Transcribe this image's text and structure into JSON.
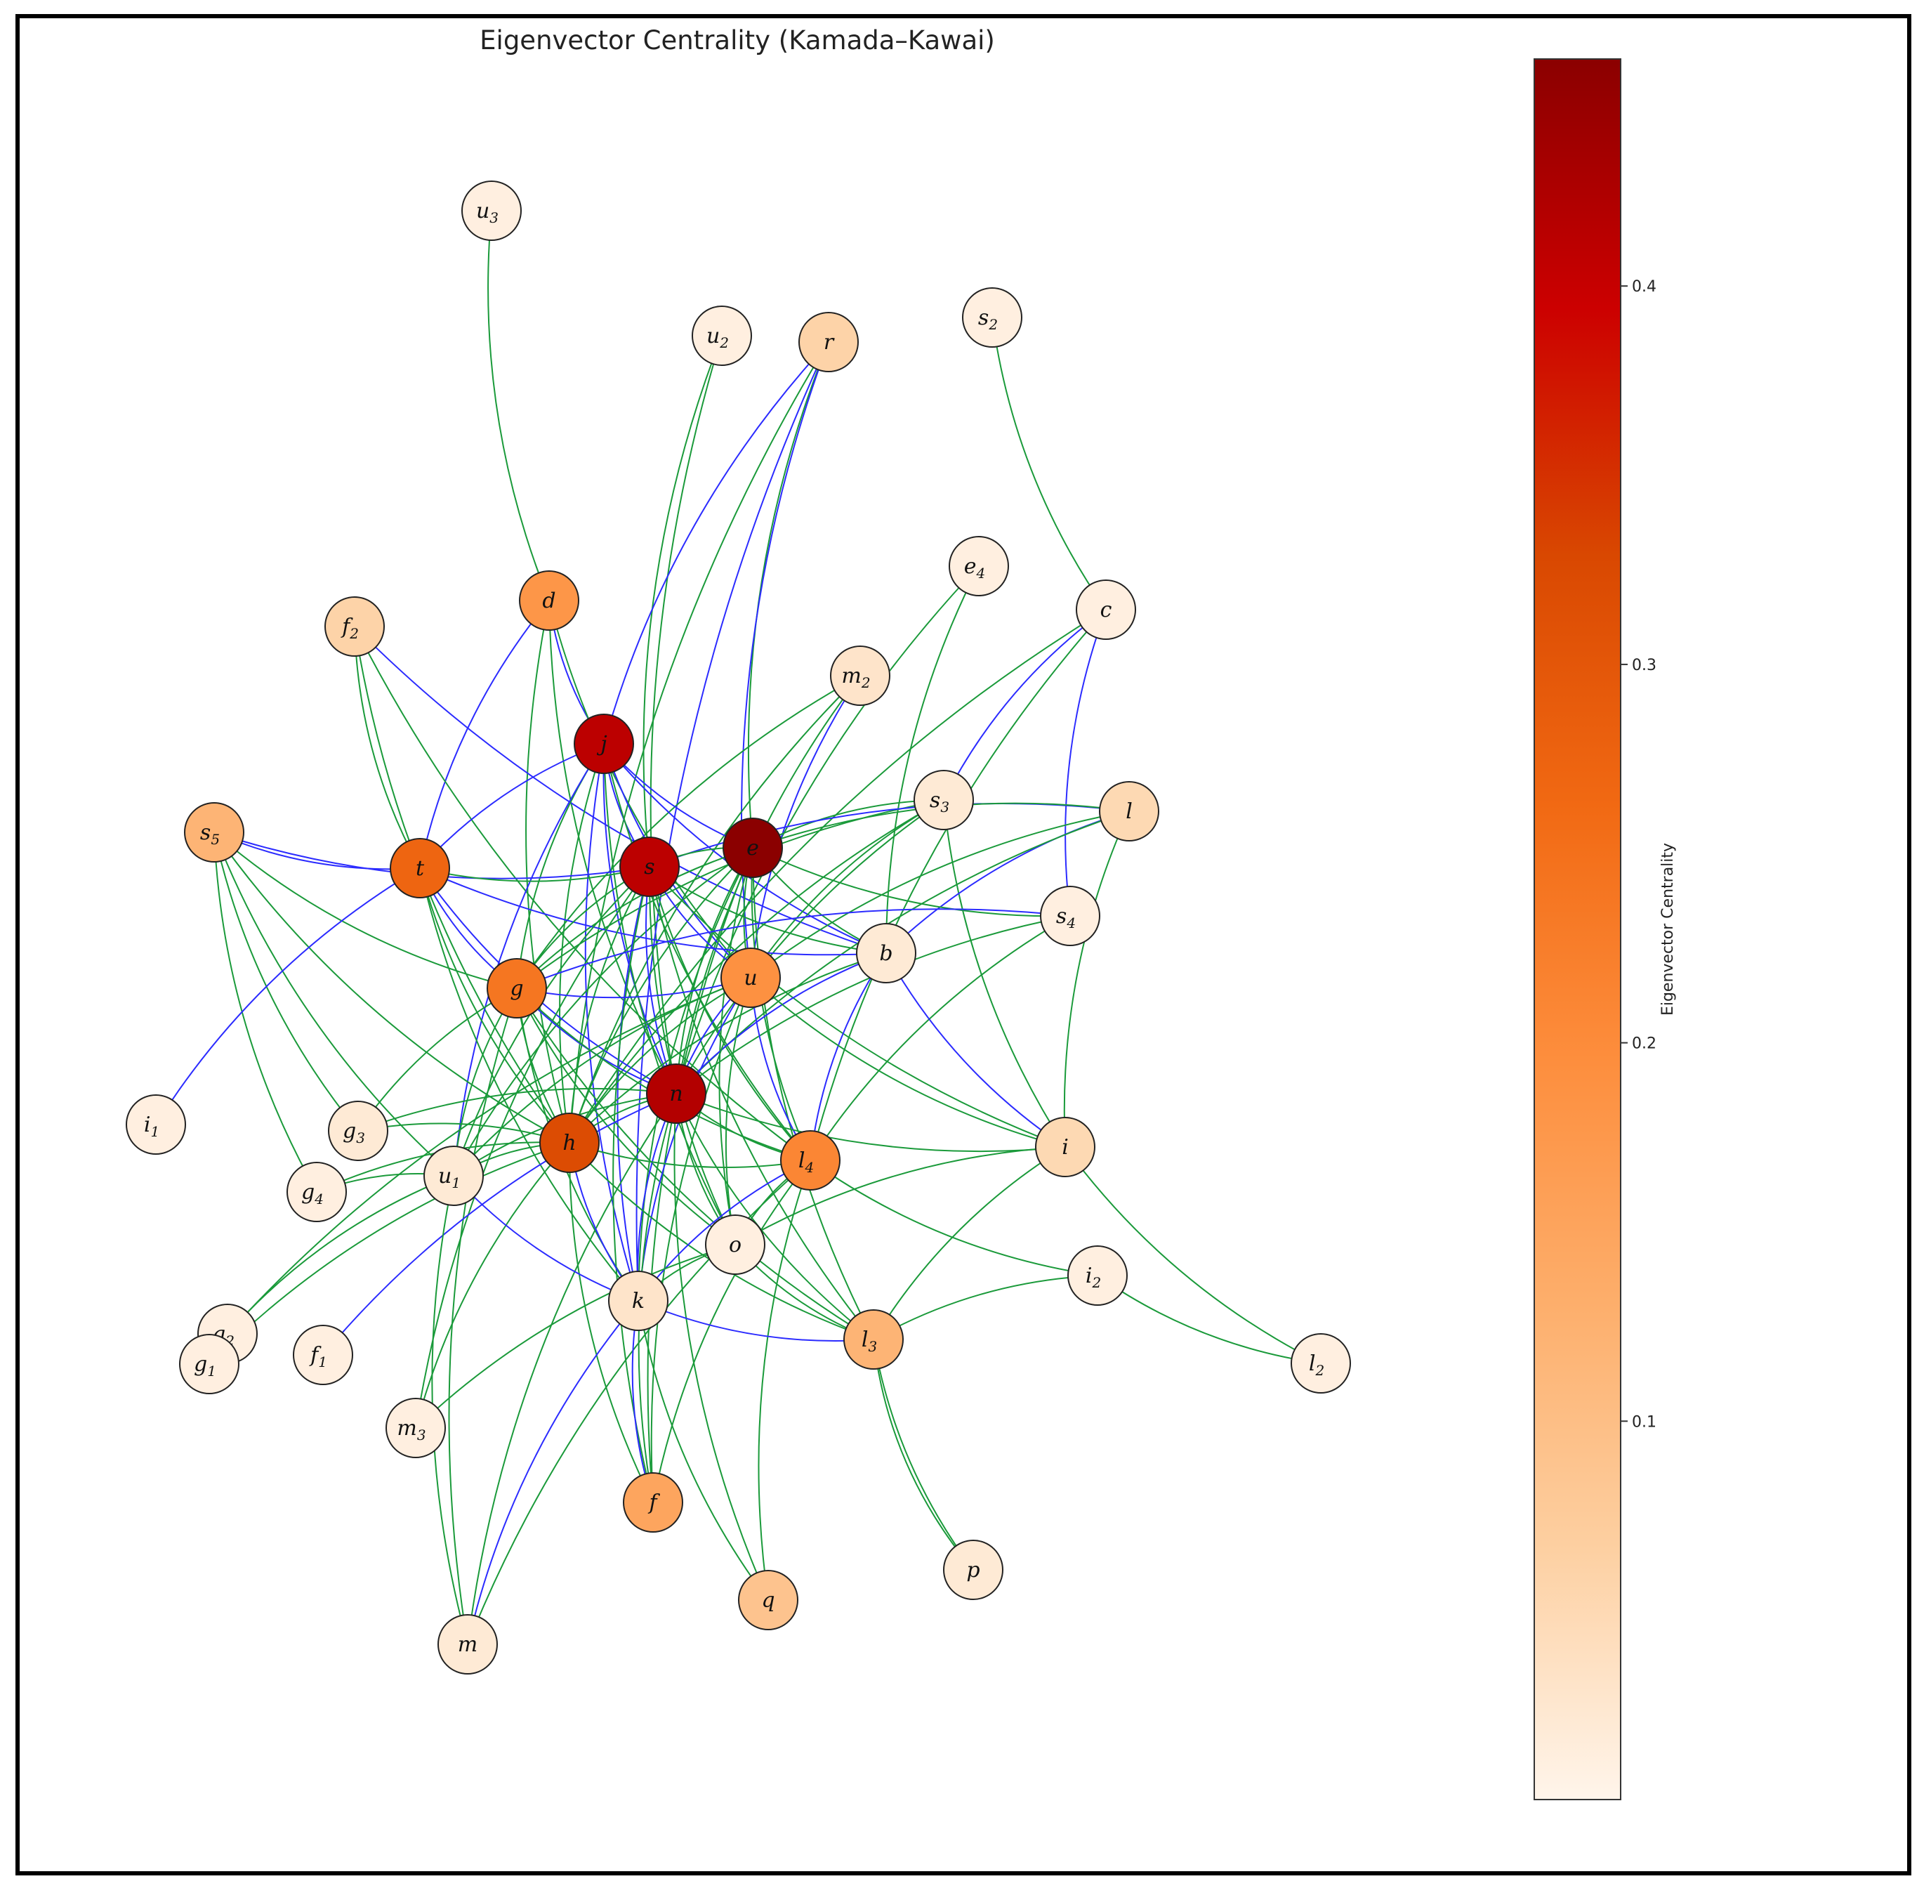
{
  "figure": {
    "title": "Eigenvector Centrality (Kamada–Kawai)"
  },
  "colorbar": {
    "label": "Eigenvector Centrality",
    "ticks": [
      "0.1",
      "0.2",
      "0.3",
      "0.4"
    ],
    "tick_values": [
      0.1,
      0.2,
      0.3,
      0.4
    ],
    "range": [
      0.0,
      0.46
    ],
    "colormap": [
      "#fff5eb",
      "#fdd0a2",
      "#fdae6b",
      "#fd8d3c",
      "#f16913",
      "#d94801",
      "#cc0000",
      "#8b0000"
    ]
  },
  "edge_colors": {
    "green": "#1a9a3a",
    "blue": "#2b2bff"
  },
  "nodes": [
    {
      "id": "u3",
      "base": "u",
      "sub": "3",
      "value": 0.01
    },
    {
      "id": "u2",
      "base": "u",
      "sub": "2",
      "value": 0.01
    },
    {
      "id": "r",
      "base": "r",
      "sub": "",
      "value": 0.06
    },
    {
      "id": "s2",
      "base": "s",
      "sub": "2",
      "value": 0.01
    },
    {
      "id": "e4",
      "base": "e",
      "sub": "4",
      "value": 0.01
    },
    {
      "id": "d",
      "base": "d",
      "sub": "",
      "value": 0.18
    },
    {
      "id": "c",
      "base": "c",
      "sub": "",
      "value": 0.01
    },
    {
      "id": "f2",
      "base": "f",
      "sub": "2",
      "value": 0.06
    },
    {
      "id": "m2",
      "base": "m",
      "sub": "2",
      "value": 0.03
    },
    {
      "id": "j",
      "base": "j",
      "sub": "",
      "value": 0.41
    },
    {
      "id": "s3",
      "base": "s",
      "sub": "3",
      "value": 0.02
    },
    {
      "id": "l",
      "base": "l",
      "sub": "",
      "value": 0.05
    },
    {
      "id": "s5",
      "base": "s",
      "sub": "5",
      "value": 0.12
    },
    {
      "id": "e",
      "base": "e",
      "sub": "",
      "value": 0.46
    },
    {
      "id": "t",
      "base": "t",
      "sub": "",
      "value": 0.27
    },
    {
      "id": "s",
      "base": "s",
      "sub": "",
      "value": 0.41
    },
    {
      "id": "s4",
      "base": "s",
      "sub": "4",
      "value": 0.01
    },
    {
      "id": "b",
      "base": "b",
      "sub": "",
      "value": 0.02
    },
    {
      "id": "g",
      "base": "g",
      "sub": "",
      "value": 0.24
    },
    {
      "id": "u",
      "base": "u",
      "sub": "",
      "value": 0.19
    },
    {
      "id": "n",
      "base": "n",
      "sub": "",
      "value": 0.42
    },
    {
      "id": "i1",
      "base": "i",
      "sub": "1",
      "value": 0.01
    },
    {
      "id": "g3",
      "base": "g",
      "sub": "3",
      "value": 0.02
    },
    {
      "id": "h",
      "base": "h",
      "sub": "",
      "value": 0.32
    },
    {
      "id": "l4",
      "base": "l",
      "sub": "4",
      "value": 0.21
    },
    {
      "id": "i",
      "base": "i",
      "sub": "",
      "value": 0.05
    },
    {
      "id": "u1",
      "base": "u",
      "sub": "1",
      "value": 0.02
    },
    {
      "id": "g4",
      "base": "g",
      "sub": "4",
      "value": 0.01
    },
    {
      "id": "o",
      "base": "o",
      "sub": "",
      "value": 0.01
    },
    {
      "id": "i2",
      "base": "i",
      "sub": "2",
      "value": 0.01
    },
    {
      "id": "k",
      "base": "k",
      "sub": "",
      "value": 0.03
    },
    {
      "id": "g2",
      "base": "g",
      "sub": "2",
      "value": 0.01
    },
    {
      "id": "g1",
      "base": "g",
      "sub": "1",
      "value": 0.01
    },
    {
      "id": "f1",
      "base": "f",
      "sub": "1",
      "value": 0.01
    },
    {
      "id": "l3",
      "base": "l",
      "sub": "3",
      "value": 0.12
    },
    {
      "id": "l2",
      "base": "l",
      "sub": "2",
      "value": 0.01
    },
    {
      "id": "m3",
      "base": "m",
      "sub": "3",
      "value": 0.01
    },
    {
      "id": "f",
      "base": "f",
      "sub": "",
      "value": 0.15
    },
    {
      "id": "p",
      "base": "p",
      "sub": "",
      "value": 0.02
    },
    {
      "id": "q",
      "base": "q",
      "sub": "",
      "value": 0.09
    },
    {
      "id": "m",
      "base": "m",
      "sub": "",
      "value": 0.02
    }
  ],
  "edges": [
    [
      "u3",
      "d",
      "green"
    ],
    [
      "u2",
      "s",
      "green"
    ],
    [
      "u2",
      "n",
      "green"
    ],
    [
      "r",
      "j",
      "blue"
    ],
    [
      "r",
      "h",
      "green"
    ],
    [
      "r",
      "e",
      "green"
    ],
    [
      "r",
      "u",
      "blue"
    ],
    [
      "r",
      "k",
      "blue"
    ],
    [
      "s2",
      "c",
      "green"
    ],
    [
      "e4",
      "b",
      "green"
    ],
    [
      "e4",
      "n",
      "green"
    ],
    [
      "d",
      "j",
      "blue"
    ],
    [
      "d",
      "t",
      "blue"
    ],
    [
      "d",
      "n",
      "green"
    ],
    [
      "d",
      "u",
      "green"
    ],
    [
      "d",
      "h",
      "green"
    ],
    [
      "c",
      "s4",
      "blue"
    ],
    [
      "c",
      "l4",
      "green"
    ],
    [
      "c",
      "s3",
      "blue"
    ],
    [
      "c",
      "h",
      "green"
    ],
    [
      "f2",
      "t",
      "green"
    ],
    [
      "f2",
      "b",
      "blue"
    ],
    [
      "f2",
      "l4",
      "green"
    ],
    [
      "f2",
      "h",
      "green"
    ],
    [
      "m2",
      "u",
      "blue"
    ],
    [
      "m2",
      "g",
      "green"
    ],
    [
      "m2",
      "n",
      "green"
    ],
    [
      "m2",
      "h",
      "green"
    ],
    [
      "j",
      "t",
      "blue"
    ],
    [
      "j",
      "s",
      "blue"
    ],
    [
      "j",
      "e",
      "blue"
    ],
    [
      "j",
      "n",
      "blue"
    ],
    [
      "j",
      "u",
      "blue"
    ],
    [
      "j",
      "g",
      "green"
    ],
    [
      "j",
      "h",
      "green"
    ],
    [
      "j",
      "k",
      "blue"
    ],
    [
      "j",
      "l4",
      "green"
    ],
    [
      "j",
      "o",
      "green"
    ],
    [
      "j",
      "b",
      "blue"
    ],
    [
      "j",
      "u1",
      "blue"
    ],
    [
      "s3",
      "e",
      "green"
    ],
    [
      "s3",
      "u",
      "green"
    ],
    [
      "s3",
      "n",
      "green"
    ],
    [
      "s3",
      "h",
      "green"
    ],
    [
      "s3",
      "i",
      "green"
    ],
    [
      "s3",
      "g",
      "green"
    ],
    [
      "l",
      "b",
      "blue"
    ],
    [
      "l",
      "s",
      "blue"
    ],
    [
      "l",
      "e",
      "green"
    ],
    [
      "l",
      "i",
      "green"
    ],
    [
      "l",
      "n",
      "green"
    ],
    [
      "l",
      "u",
      "green"
    ],
    [
      "s5",
      "t",
      "blue"
    ],
    [
      "s5",
      "s",
      "blue"
    ],
    [
      "s5",
      "g",
      "green"
    ],
    [
      "s5",
      "g4",
      "green"
    ],
    [
      "s5",
      "g3",
      "green"
    ],
    [
      "s5",
      "u1",
      "green"
    ],
    [
      "s5",
      "h",
      "green"
    ],
    [
      "e",
      "s",
      "green"
    ],
    [
      "e",
      "u",
      "green"
    ],
    [
      "e",
      "n",
      "green"
    ],
    [
      "e",
      "h",
      "green"
    ],
    [
      "e",
      "g",
      "green"
    ],
    [
      "e",
      "k",
      "green"
    ],
    [
      "e",
      "l4",
      "green"
    ],
    [
      "e",
      "l3",
      "green"
    ],
    [
      "e",
      "s4",
      "green"
    ],
    [
      "e",
      "f",
      "green"
    ],
    [
      "e",
      "u1",
      "green"
    ],
    [
      "e",
      "o",
      "green"
    ],
    [
      "e",
      "b",
      "green"
    ],
    [
      "t",
      "s",
      "green"
    ],
    [
      "t",
      "g",
      "blue"
    ],
    [
      "t",
      "h",
      "green"
    ],
    [
      "t",
      "i1",
      "blue"
    ],
    [
      "t",
      "n",
      "blue"
    ],
    [
      "t",
      "k",
      "green"
    ],
    [
      "t",
      "b",
      "blue"
    ],
    [
      "s",
      "u",
      "blue"
    ],
    [
      "s",
      "n",
      "blue"
    ],
    [
      "s",
      "g",
      "green"
    ],
    [
      "s",
      "h",
      "green"
    ],
    [
      "s",
      "k",
      "blue"
    ],
    [
      "s",
      "l4",
      "green"
    ],
    [
      "s",
      "o",
      "green"
    ],
    [
      "s",
      "f",
      "green"
    ],
    [
      "s",
      "l3",
      "green"
    ],
    [
      "s",
      "i",
      "green"
    ],
    [
      "s",
      "b",
      "green"
    ],
    [
      "s",
      "u1",
      "green"
    ],
    [
      "s",
      "m3",
      "green"
    ],
    [
      "s4",
      "n",
      "green"
    ],
    [
      "s4",
      "l4",
      "green"
    ],
    [
      "s4",
      "g",
      "blue"
    ],
    [
      "b",
      "n",
      "blue"
    ],
    [
      "b",
      "l4",
      "blue"
    ],
    [
      "b",
      "i",
      "blue"
    ],
    [
      "b",
      "h",
      "green"
    ],
    [
      "g",
      "u",
      "blue"
    ],
    [
      "g",
      "n",
      "blue"
    ],
    [
      "g",
      "h",
      "green"
    ],
    [
      "g",
      "k",
      "green"
    ],
    [
      "g",
      "l4",
      "green"
    ],
    [
      "g",
      "u1",
      "green"
    ],
    [
      "g",
      "m",
      "green"
    ],
    [
      "g",
      "l3",
      "green"
    ],
    [
      "g",
      "o",
      "green"
    ],
    [
      "g",
      "g3",
      "green"
    ],
    [
      "u",
      "n",
      "blue"
    ],
    [
      "u",
      "h",
      "green"
    ],
    [
      "u",
      "k",
      "blue"
    ],
    [
      "u",
      "l4",
      "blue"
    ],
    [
      "u",
      "o",
      "green"
    ],
    [
      "u",
      "f",
      "green"
    ],
    [
      "u",
      "u1",
      "green"
    ],
    [
      "u",
      "g2",
      "green"
    ],
    [
      "u",
      "i",
      "green"
    ],
    [
      "n",
      "h",
      "green"
    ],
    [
      "n",
      "k",
      "blue"
    ],
    [
      "n",
      "l4",
      "green"
    ],
    [
      "n",
      "o",
      "green"
    ],
    [
      "n",
      "f",
      "green"
    ],
    [
      "n",
      "u1",
      "green"
    ],
    [
      "n",
      "l3",
      "green"
    ],
    [
      "n",
      "i",
      "green"
    ],
    [
      "n",
      "g3",
      "green"
    ],
    [
      "n",
      "m",
      "green"
    ],
    [
      "n",
      "q",
      "green"
    ],
    [
      "n",
      "f1",
      "blue"
    ],
    [
      "h",
      "k",
      "blue"
    ],
    [
      "h",
      "u1",
      "green"
    ],
    [
      "h",
      "g3",
      "green"
    ],
    [
      "h",
      "g4",
      "green"
    ],
    [
      "h",
      "l4",
      "green"
    ],
    [
      "h",
      "g1",
      "green"
    ],
    [
      "h",
      "f",
      "green"
    ],
    [
      "h",
      "m3",
      "green"
    ],
    [
      "h",
      "l3",
      "green"
    ],
    [
      "l4",
      "k",
      "blue"
    ],
    [
      "l4",
      "o",
      "green"
    ],
    [
      "l4",
      "i2",
      "green"
    ],
    [
      "l4",
      "f",
      "green"
    ],
    [
      "l4",
      "q",
      "green"
    ],
    [
      "l4",
      "m",
      "green"
    ],
    [
      "i",
      "o",
      "green"
    ],
    [
      "i",
      "l3",
      "green"
    ],
    [
      "i",
      "l2",
      "green"
    ],
    [
      "u1",
      "g4",
      "green"
    ],
    [
      "u1",
      "k",
      "blue"
    ],
    [
      "u1",
      "g2",
      "green"
    ],
    [
      "u1",
      "m",
      "green"
    ],
    [
      "o",
      "k",
      "green"
    ],
    [
      "o",
      "m3",
      "green"
    ],
    [
      "o",
      "l3",
      "green"
    ],
    [
      "i2",
      "l3",
      "green"
    ],
    [
      "i2",
      "l2",
      "green"
    ],
    [
      "k",
      "l3",
      "blue"
    ],
    [
      "k",
      "f",
      "blue"
    ],
    [
      "k",
      "m",
      "blue"
    ],
    [
      "k",
      "q",
      "green"
    ],
    [
      "l3",
      "p",
      "green"
    ],
    [
      "l3",
      "p",
      "green"
    ]
  ]
}
